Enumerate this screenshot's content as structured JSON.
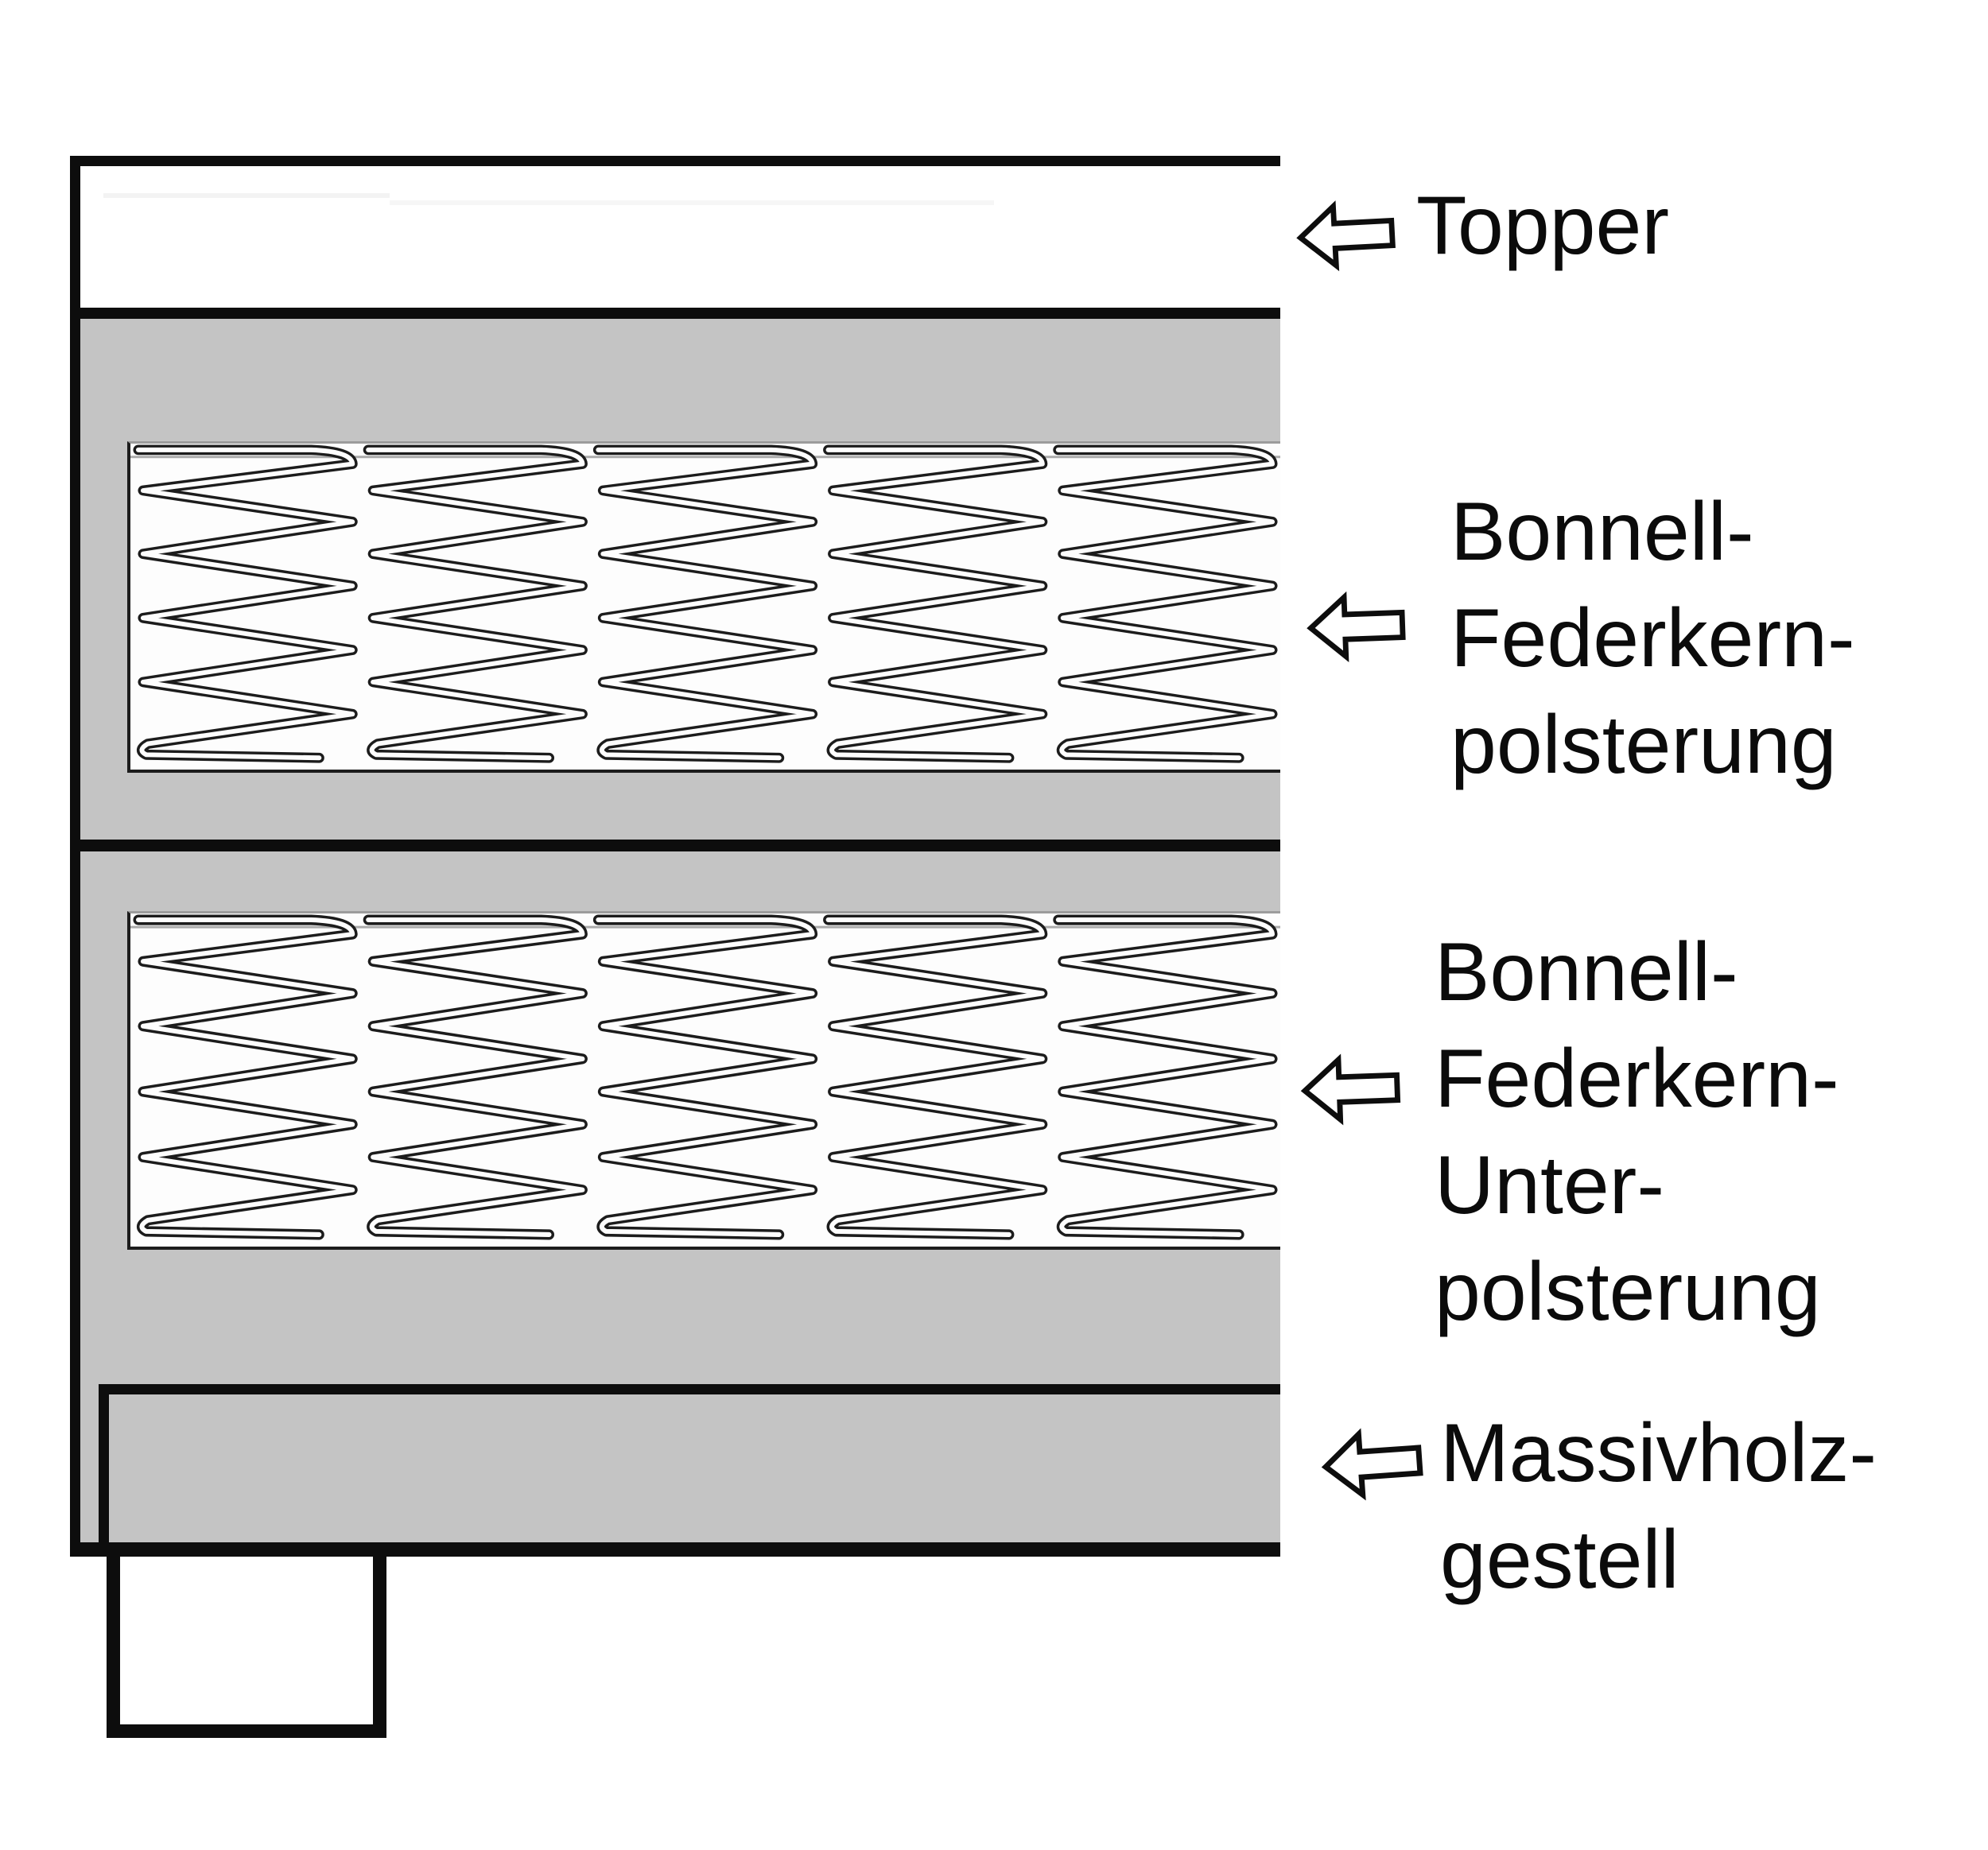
{
  "colors": {
    "outline": "#0d0d0d",
    "upholstery": "#c4c4c4",
    "paper": "#ffffff",
    "bandBg": "#fdfdfd",
    "springLine": "#1c1c1c",
    "text": "#0b0b0b"
  },
  "diagram": {
    "type": "boxspring-bed-cross-section",
    "callouts": [
      {
        "id": "topper",
        "arrow": "left-block-arrow",
        "lines": [
          "Topper"
        ]
      },
      {
        "id": "upper-springs",
        "arrow": "left-block-arrow",
        "lines": [
          "Bonnell-",
          "Federkern-",
          "polsterung"
        ]
      },
      {
        "id": "lower-springs",
        "arrow": "left-block-arrow",
        "lines": [
          "Bonnell-",
          "Federkern-",
          "Unter-",
          "polsterung"
        ]
      },
      {
        "id": "wood-frame",
        "arrow": "left-block-arrow",
        "lines": [
          "Massivholz-",
          "gestell"
        ]
      }
    ]
  }
}
